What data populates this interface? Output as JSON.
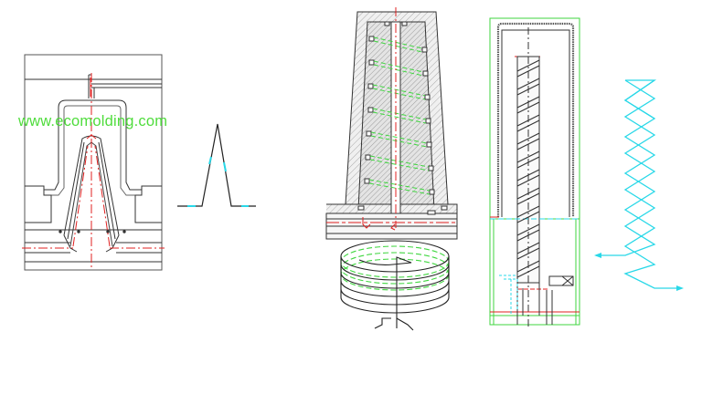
{
  "watermark": {
    "text": "www.ecomolding.com",
    "color": "#4fdc3c"
  },
  "colors": {
    "line": "#333333",
    "hatch_fill": "#e8e8e8",
    "centerline": "#e02020",
    "cooling_green": "#3fd63f",
    "cooling_cyan": "#29d8e8"
  },
  "figures": [
    {
      "id": "fig-1",
      "description": "Cross-section of mold core with bubbler cooling channel (conical core)"
    },
    {
      "id": "fig-2",
      "description": "Schematic of cooling path profile (peak)"
    },
    {
      "id": "fig-3",
      "description": "Tapered core section with spiral cooling channel"
    },
    {
      "id": "fig-4",
      "description": "3D helical spiral cooling coil"
    },
    {
      "id": "fig-5",
      "description": "Core section with helical insert / screw-type cooling"
    },
    {
      "id": "fig-6",
      "description": "Schematic of zig-zag double-helix cooling flow path with inlet/outlet arrows"
    }
  ]
}
